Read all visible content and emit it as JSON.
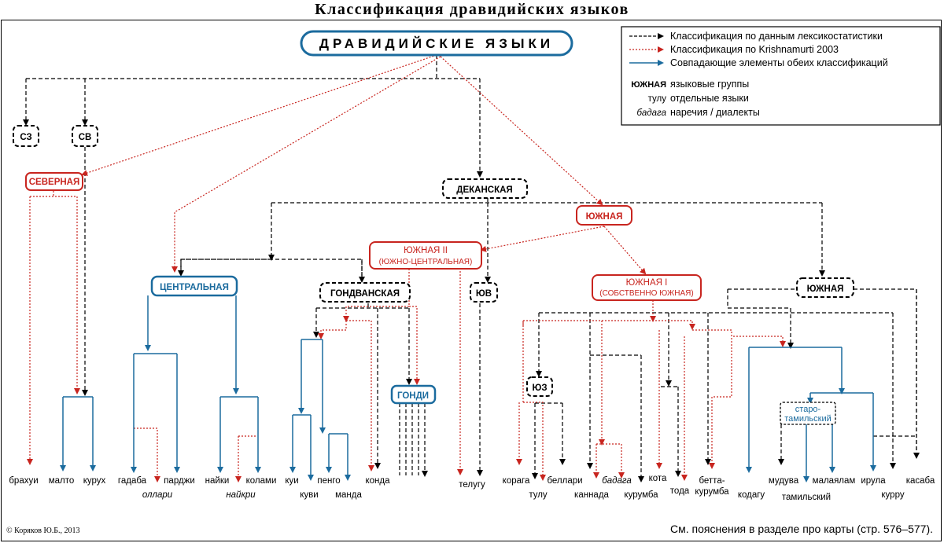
{
  "title": "Классификация дравидийских языков",
  "root": "ДРАВИДИЙСКИЕ  ЯЗЫКИ",
  "legend": {
    "lex": "Классификация по данным лексикостатистики",
    "krish": "Классификация по Krishnamurti 2003",
    "both": "Совпадающие элементы обеих классификаций",
    "group_ex": "ЮЖНАЯ",
    "group_desc": "языковые группы",
    "lang_ex": "тулу",
    "lang_desc": "отдельные языки",
    "dial_ex": "бадага",
    "dial_desc": "наречия / диалекты"
  },
  "groups": {
    "nw": "СЗ",
    "ne": "СВ",
    "northern": "СЕВЕРНАЯ",
    "deccan": "ДЕКАНСКАЯ",
    "southern_k": "ЮЖНАЯ",
    "south2_a": "ЮЖНАЯ II",
    "south2_b": "(ЮЖНО-ЦЕНТРАЛЬНАЯ)",
    "central": "ЦЕНТРАЛЬНАЯ",
    "gondwana": "ГОНДВАНСКАЯ",
    "se": "ЮВ",
    "south1_a": "ЮЖНАЯ I",
    "south1_b": "(СОБСТВЕННО ЮЖНАЯ)",
    "southern_l": "ЮЖНАЯ",
    "gondi": "ГОНДИ",
    "sw": "ЮЗ",
    "old_tamil_a": "старо-",
    "old_tamil_b": "тамильский"
  },
  "languages": {
    "brahui": "брахуи",
    "malto": "малто",
    "kurukh": "курух",
    "gadaba": "гадаба",
    "ollari": "оллари",
    "parji": "парджи",
    "naiki": "найки",
    "naikri": "найкри",
    "kolami": "колами",
    "kui": "куи",
    "kuvi": "куви",
    "pengo": "пенго",
    "manda": "манда",
    "konda": "конда",
    "telugu": "телугу",
    "koraga": "корага",
    "tulu": "тулу",
    "bellari": "беллари",
    "kannada": "каннада",
    "badaga": "бадага",
    "kurumba": "курумба",
    "kota": "кота",
    "toda": "тода",
    "betta_a": "бетта-",
    "betta_b": "курумба",
    "kodagu": "кодагу",
    "muduva": "мудува",
    "tamil": "тамильский",
    "malayalam": "малаялам",
    "irula": "ирула",
    "kurru": "курру",
    "kasaba": "касаба"
  },
  "copyright": "© Коряков Ю.Б., 2013",
  "footnote": "См. пояснения в разделе про карты (стр. 576–577).",
  "colors": {
    "lexicostatistics": "#000000",
    "krishnamurti": "#c8251f",
    "both": "#1b6b9e"
  }
}
